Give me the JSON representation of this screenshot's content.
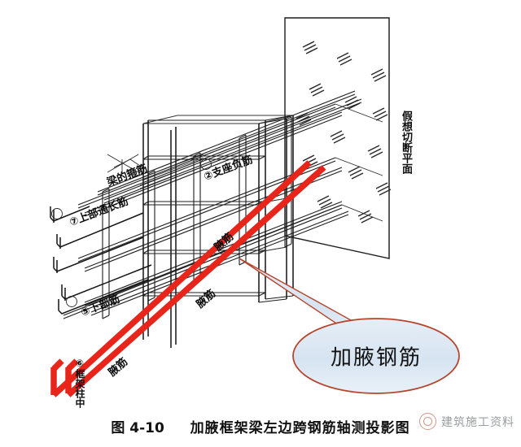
{
  "figure": {
    "title_prefix": "图 4-10",
    "title_text": "加腋框架梁左边跨钢筋轴测投影图",
    "type": "axonometric-projection-drawing",
    "subject": "加腋框架梁左边跨钢筋"
  },
  "callout": {
    "label": "加腋钢筋",
    "shape": "ellipse-speech-balloon",
    "fill_color": "#dce8f2",
    "outline_color": "#b5452c",
    "points_to": "haunch-reinforcement-bars"
  },
  "annotations": [
    {
      "id": "a7",
      "text": "⑦上部通长筋",
      "meaning": "upper-through-length-bar"
    },
    {
      "id": "ast",
      "text": "梁的箍筋",
      "meaning": "beam-stirrup"
    },
    {
      "id": "a2",
      "text": "②支座负筋",
      "meaning": "support-negative-bar"
    },
    {
      "id": "ay1",
      "text": "腋筋",
      "meaning": "haunch-bar"
    },
    {
      "id": "ay2",
      "text": "腋筋",
      "meaning": "haunch-bar"
    },
    {
      "id": "ay3",
      "text": "腋筋",
      "meaning": "haunch-bar"
    },
    {
      "id": "a5",
      "text": "⑤下部筋",
      "meaning": "lower-bar"
    },
    {
      "id": "a6",
      "text": "⑥框架柱中",
      "meaning": "inside-frame-column"
    },
    {
      "id": "acp",
      "text": "假想切断平面",
      "meaning": "imaginary-cutting-plane"
    }
  ],
  "colors": {
    "haunch_red": "#e8251b",
    "line_black": "#1a1a1a",
    "balloon_fill": "#dce8f2",
    "balloon_stroke": "#b5452c",
    "paper": "#ffffff",
    "watermark_text": "#5c6066",
    "watermark_logo": "#b8563c"
  },
  "watermark": {
    "text": "建筑施工资料",
    "logo": "circle-logo-icon"
  },
  "chart_data": {
    "type": "diagram",
    "title": "图 4-10  加腋框架梁左边跨钢筋轴测投影图",
    "elements": [
      {
        "name": "cutting-plane",
        "shape": "parallelogram",
        "hatch_marks": 14
      },
      {
        "name": "beam-cage",
        "shape": "isometric-rebar-cage"
      },
      {
        "name": "haunch-bar-upper",
        "shape": "thick-red-line"
      },
      {
        "name": "haunch-bar-lower",
        "shape": "thick-red-line"
      },
      {
        "name": "column-cage",
        "shape": "isometric-rebar-cage"
      },
      {
        "name": "callout-balloon",
        "shape": "ellipse"
      }
    ]
  }
}
